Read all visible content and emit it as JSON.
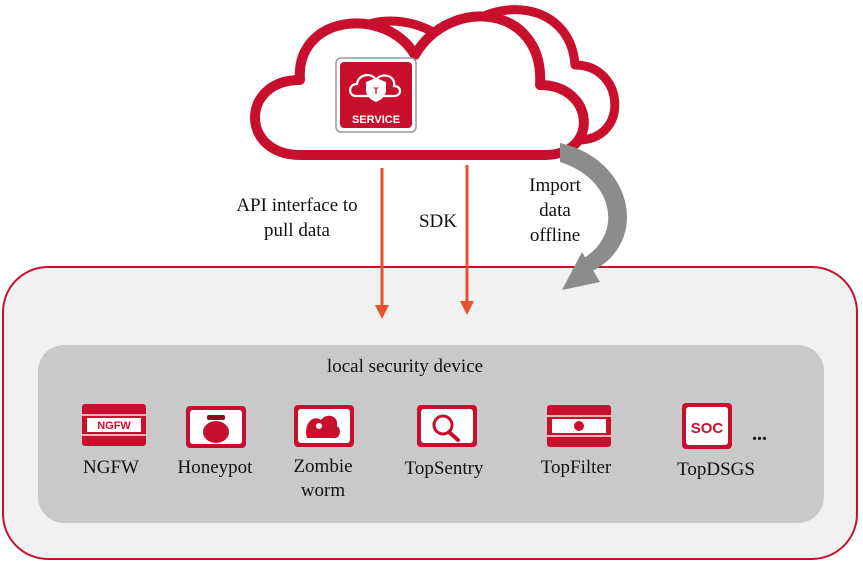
{
  "cloud": {
    "service_label": "SERVICE",
    "colors": {
      "outline": "#c8102e",
      "badge": "#c8102e"
    }
  },
  "connections": [
    {
      "label_lines": [
        "API interface to",
        "pull data"
      ],
      "color": "#e8512f"
    },
    {
      "label_lines": [
        "SDK"
      ],
      "color": "#e8512f"
    },
    {
      "label_lines": [
        "Import",
        "data",
        "offline"
      ],
      "color": "#8c8c8c"
    }
  ],
  "local_zone": {
    "title": "local security device",
    "devices": [
      {
        "label_lines": [
          "NGFW"
        ],
        "icon": "ngfw-icon",
        "icon_text": "NGFW"
      },
      {
        "label_lines": [
          "Honeypot"
        ],
        "icon": "honeypot-icon"
      },
      {
        "label_lines": [
          "Zombie",
          "worm"
        ],
        "icon": "zombie-worm-icon"
      },
      {
        "label_lines": [
          "TopSentry"
        ],
        "icon": "topsentry-icon"
      },
      {
        "label_lines": [
          "TopFilter"
        ],
        "icon": "topfilter-icon"
      },
      {
        "label_lines": [
          "TopDSGS"
        ],
        "icon": "topdsgs-icon",
        "icon_text": "SOC"
      }
    ],
    "more": "..."
  }
}
